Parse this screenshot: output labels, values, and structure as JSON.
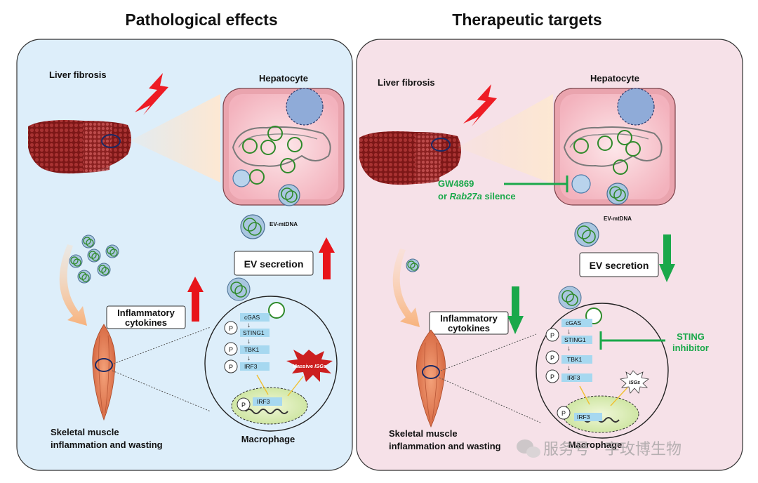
{
  "left_panel": {
    "title": "Pathological effects",
    "liver_label": "Liver fibrosis",
    "hepatocyte_label": "Hepatocyte",
    "ev_mtdna_label": "EV-mtDNA",
    "ev_secretion_label": "EV secretion",
    "inflammatory_line1": "Inflammatory",
    "inflammatory_line2": "cytokines",
    "pathway": [
      "cGAS",
      "STING1",
      "TBK1",
      "IRF3"
    ],
    "nucleus_irf3": "IRF3",
    "phospho": "P",
    "isgs_word": "Massive",
    "isgs_italic": "ISGs",
    "muscle_line1": "Skeletal muscle",
    "muscle_line2": "inflammation and wasting",
    "macrophage_label": "Macrophage",
    "bg_color": "#ddeefa",
    "arrow_color": "#e8141a"
  },
  "right_panel": {
    "title": "Therapeutic targets",
    "liver_label": "Liver fibrosis",
    "hepatocyte_label": "Hepatocyte",
    "ev_mtdna_label": "EV-mtDNA",
    "ev_secretion_label": "EV secretion",
    "inflammatory_line1": "Inflammatory",
    "inflammatory_line2": "cytokines",
    "pathway": [
      "cGAS",
      "STING1",
      "TBK1",
      "IRF3"
    ],
    "nucleus_irf3": "IRF3",
    "phospho": "P",
    "isgs_label": "ISGs",
    "gw_line1": "GW4869",
    "gw_line2_prefix": "or ",
    "gw_line2_italic": "Rab27a",
    "gw_line2_suffix": " silence",
    "sting_line1": "STING",
    "sting_line2": "inhibitor",
    "muscle_line1": "Skeletal muscle",
    "muscle_line2": "inflammation and wasting",
    "macrophage_label": "Macrophage",
    "bg_color": "#f6e1e8",
    "arrow_color": "#1aa84a"
  },
  "watermark": "服务号 · 宇玫博生物"
}
